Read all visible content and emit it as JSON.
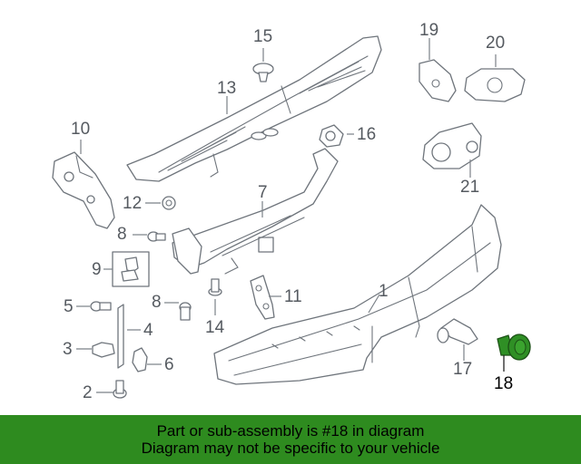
{
  "callouts": {
    "c1": "1",
    "c2": "2",
    "c3": "3",
    "c4": "4",
    "c5": "5",
    "c6": "6",
    "c7": "7",
    "c8a": "8",
    "c8b": "8",
    "c9": "9",
    "c10": "10",
    "c11": "11",
    "c12": "12",
    "c13": "13",
    "c14": "14",
    "c15": "15",
    "c16": "16",
    "c17": "17",
    "c18": "18",
    "c19": "19",
    "c20": "20",
    "c21": "21"
  },
  "banner": {
    "line1": "Part or sub-assembly is #18 in diagram",
    "line2": "Diagram may not be specific to your vehicle"
  },
  "colors": {
    "banner_bg": "#2e8b1f",
    "highlight_part": "#2f8f25",
    "line_art": "#6f757c"
  }
}
